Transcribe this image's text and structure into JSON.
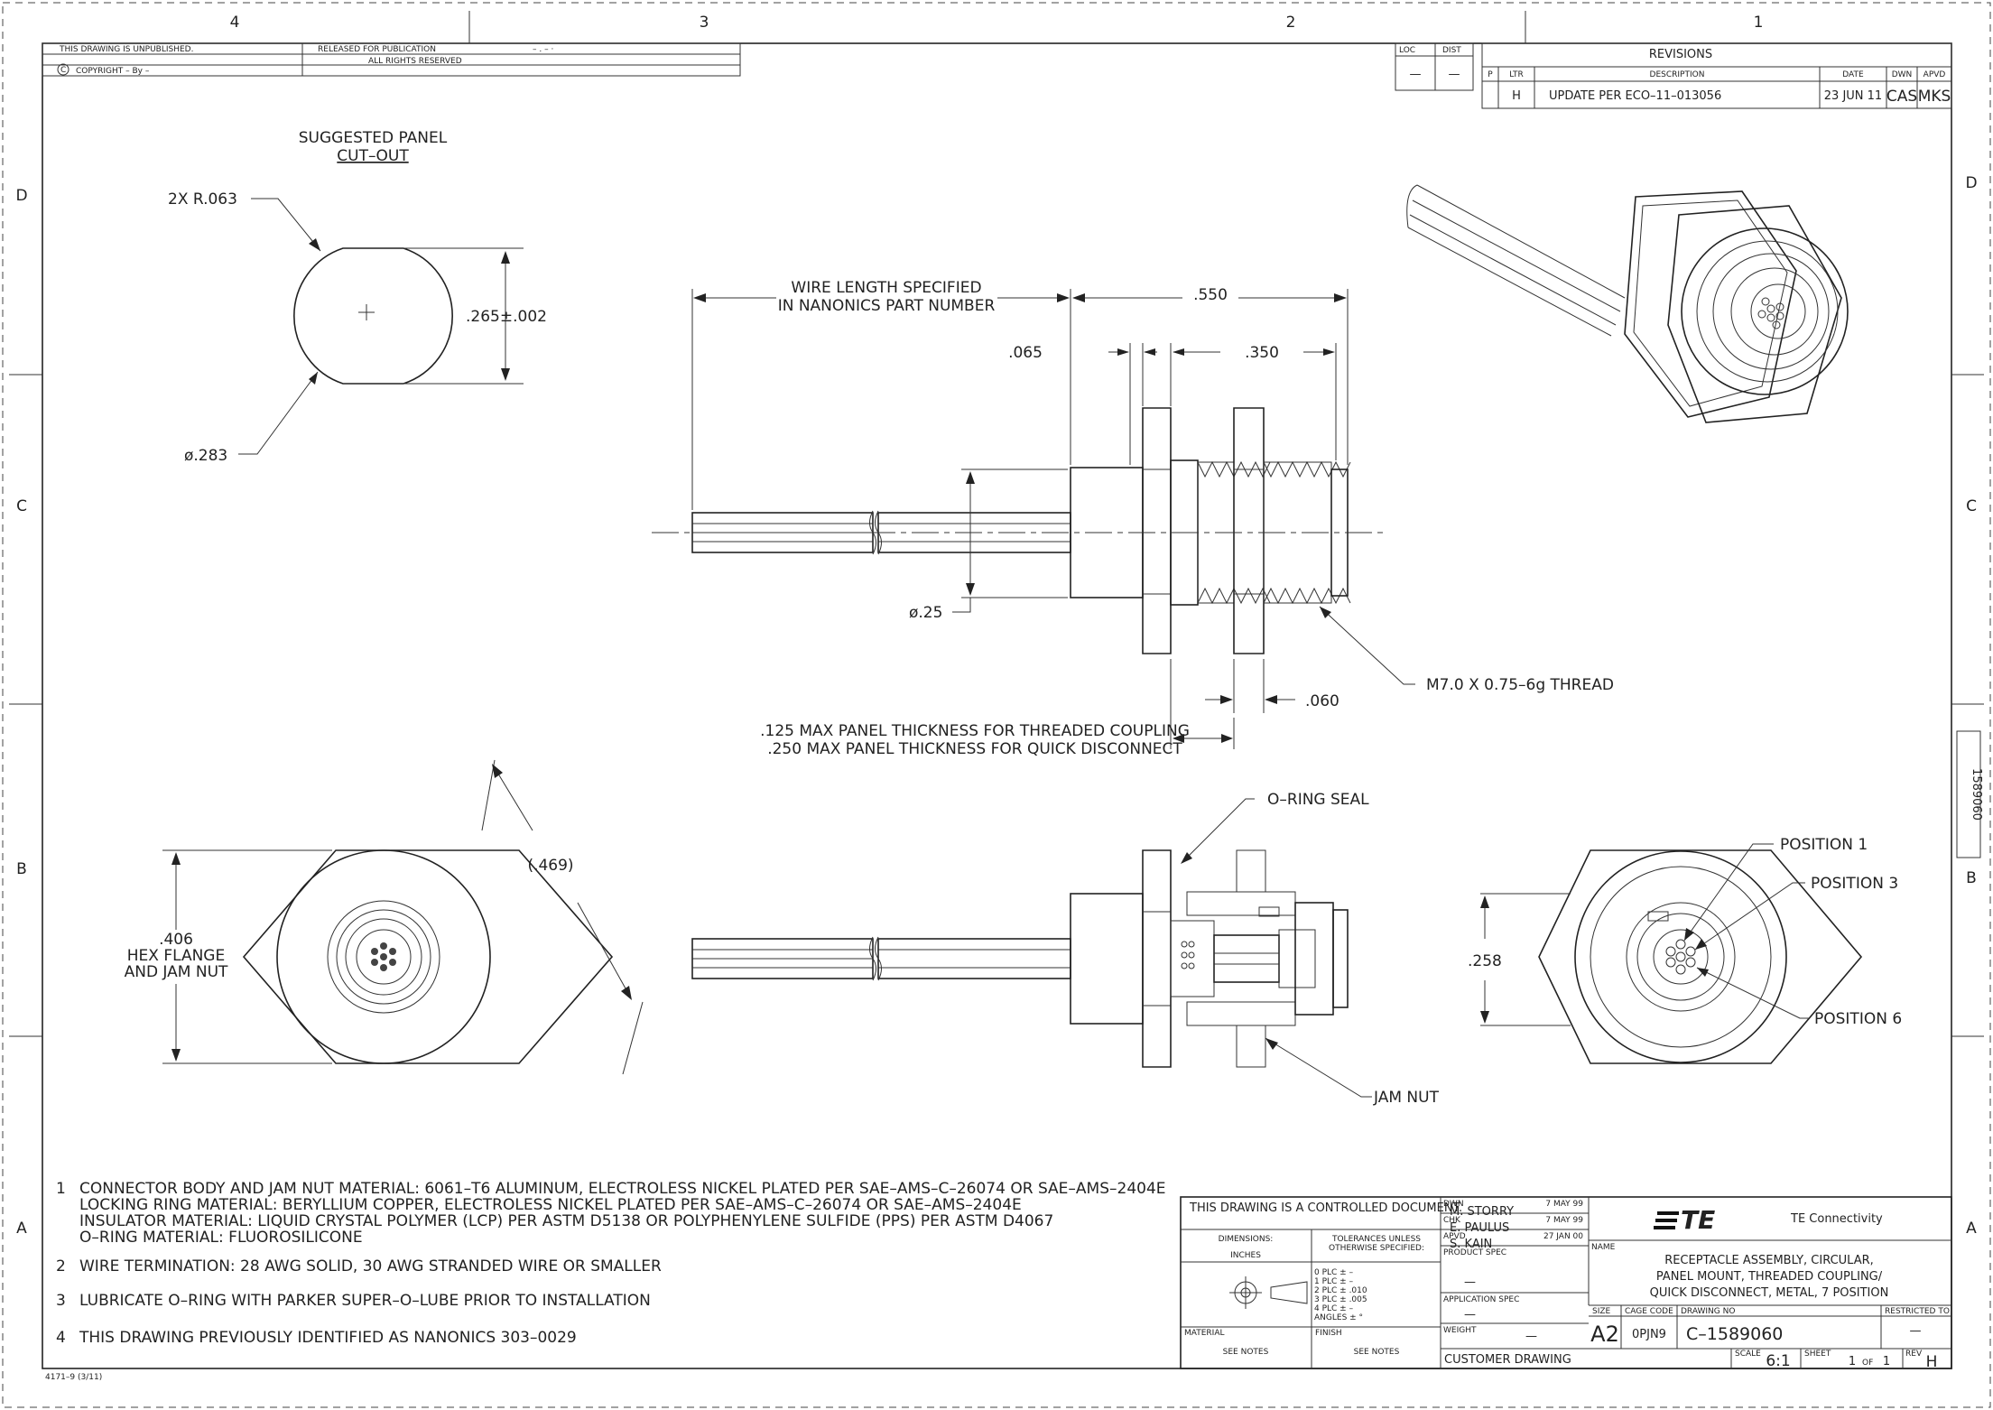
{
  "zones": {
    "top": [
      "4",
      "3",
      "2",
      "1"
    ],
    "side": [
      "D",
      "C",
      "B",
      "A"
    ]
  },
  "header": {
    "unpublished": "THIS DRAWING IS UNPUBLISHED.",
    "released": "RELEASED FOR PUBLICATION",
    "released_value": "– . –  ·",
    "copyright_symbol": "C",
    "copyright": "COPYRIGHT  –  By –",
    "rights": "ALL RIGHTS RESERVED"
  },
  "loc_dist": {
    "loc": "LOC",
    "dist": "DIST",
    "loc_val": "—",
    "dist_val": "—"
  },
  "revisions": {
    "title": "REVISIONS",
    "headers": [
      "P",
      "LTR",
      "DESCRIPTION",
      "DATE",
      "DWN",
      "APVD"
    ],
    "row": {
      "ltr": "H",
      "description": "UPDATE PER ECO–11–013056",
      "date": "23 JUN 11",
      "dwn": "CAS",
      "apvd": "MKS"
    }
  },
  "views": {
    "cutout_title": "SUGGESTED PANEL",
    "cutout_sub": "CUT–OUT",
    "cutout_radius": "2X R.063",
    "cutout_height": ".265±.002",
    "cutout_dia": "ø.283",
    "wire_length_1": "WIRE LENGTH SPECIFIED",
    "wire_length_2": "IN NANONICS PART NUMBER",
    "dim_550": ".550",
    "dim_065": ".065",
    "dim_350": ".350",
    "dim_dia25": "ø.25",
    "dim_060": ".060",
    "thread": "M7.0 X 0.75–6g THREAD",
    "panel_1": ".125 MAX PANEL THICKNESS FOR THREADED COUPLING",
    "panel_2": ".250 MAX PANEL THICKNESS FOR QUICK DISCONNECT",
    "hex_dim": "(.469)",
    "hex_label_1": ".406",
    "hex_label_2": "HEX FLANGE",
    "hex_label_3": "AND JAM NUT",
    "oring_seal": "O–RING SEAL",
    "jam_nut": "JAM NUT",
    "dim_258": ".258",
    "pos_1": "POSITION 1",
    "pos_3": "POSITION 3",
    "pos_6": "POSITION 6"
  },
  "notes": [
    {
      "num": "1",
      "lines": [
        "CONNECTOR BODY AND JAM NUT MATERIAL: 6061–T6 ALUMINUM, ELECTROLESS NICKEL PLATED PER SAE–AMS–C–26074 OR SAE–AMS–2404E",
        "LOCKING RING MATERIAL: BERYLLIUM COPPER, ELECTROLESS NICKEL PLATED PER SAE–AMS–C–26074 OR SAE–AMS–2404E",
        "INSULATOR MATERIAL: LIQUID CRYSTAL POLYMER (LCP) PER ASTM D5138 OR POLYPHENYLENE SULFIDE (PPS) PER ASTM D4067",
        "O–RING MATERIAL: FLUOROSILICONE"
      ]
    },
    {
      "num": "2",
      "lines": [
        "WIRE TERMINATION: 28 AWG SOLID, 30 AWG STRANDED WIRE OR SMALLER"
      ]
    },
    {
      "num": "3",
      "lines": [
        "LUBRICATE O–RING WITH PARKER SUPER–O–LUBE PRIOR TO INSTALLATION"
      ]
    },
    {
      "num": "4",
      "lines": [
        "THIS DRAWING PREVIOUSLY IDENTIFIED AS NANONICS 303–0029"
      ]
    }
  ],
  "title_block": {
    "controlled": "THIS DRAWING IS A CONTROLLED DOCUMENT.",
    "dimensions": "DIMENSIONS:",
    "inches": "INCHES",
    "tolerances_1": "TOLERANCES UNLESS",
    "tolerances_2": "OTHERWISE SPECIFIED:",
    "plc": [
      "0 PLC   ±  –",
      "1 PLC   ±  –",
      "2 PLC   ± .010",
      "3 PLC   ± .005",
      "4 PLC   ±  –",
      "ANGLES         ± °"
    ],
    "material": "MATERIAL",
    "material_val": "SEE NOTES",
    "finish": "FINISH",
    "finish_val": "SEE NOTES",
    "dwn": "DWN",
    "dwn_name": "M. STORRY",
    "dwn_date": "7 MAY 99",
    "chk": "CHK",
    "chk_name": "E. PAULUS",
    "chk_date": "7 MAY 99",
    "apvd": "APVD",
    "apvd_name": "S. KAIN",
    "apvd_date": "27 JAN 00",
    "product_spec": "PRODUCT SPEC",
    "product_spec_val": "—",
    "application_spec": "APPLICATION SPEC",
    "application_spec_val": "—",
    "weight": "WEIGHT",
    "weight_val": "—",
    "customer": "CUSTOMER DRAWING",
    "logo_text": "TE",
    "company": "TE Connectivity",
    "name_label": "NAME",
    "name_lines": [
      "RECEPTACLE ASSEMBLY, CIRCULAR,",
      "PANEL MOUNT, THREADED COUPLING/",
      "QUICK DISCONNECT, METAL, 7 POSITION"
    ],
    "size": "SIZE",
    "size_val": "A2",
    "cage": "CAGE CODE",
    "cage_val": "0PJN9",
    "drawing_no": "DRAWING NO",
    "drawing_no_val": "C–1589060",
    "restricted": "RESTRICTED TO",
    "restricted_val": "—",
    "scale": "SCALE",
    "scale_val": "6:1",
    "sheet": "SHEET",
    "sheet_val": "1",
    "of": "OF",
    "of_val": "1",
    "rev": "REV",
    "rev_val": "H"
  },
  "side_tab": "1589060",
  "form_no": "4171–9 (3/11)"
}
